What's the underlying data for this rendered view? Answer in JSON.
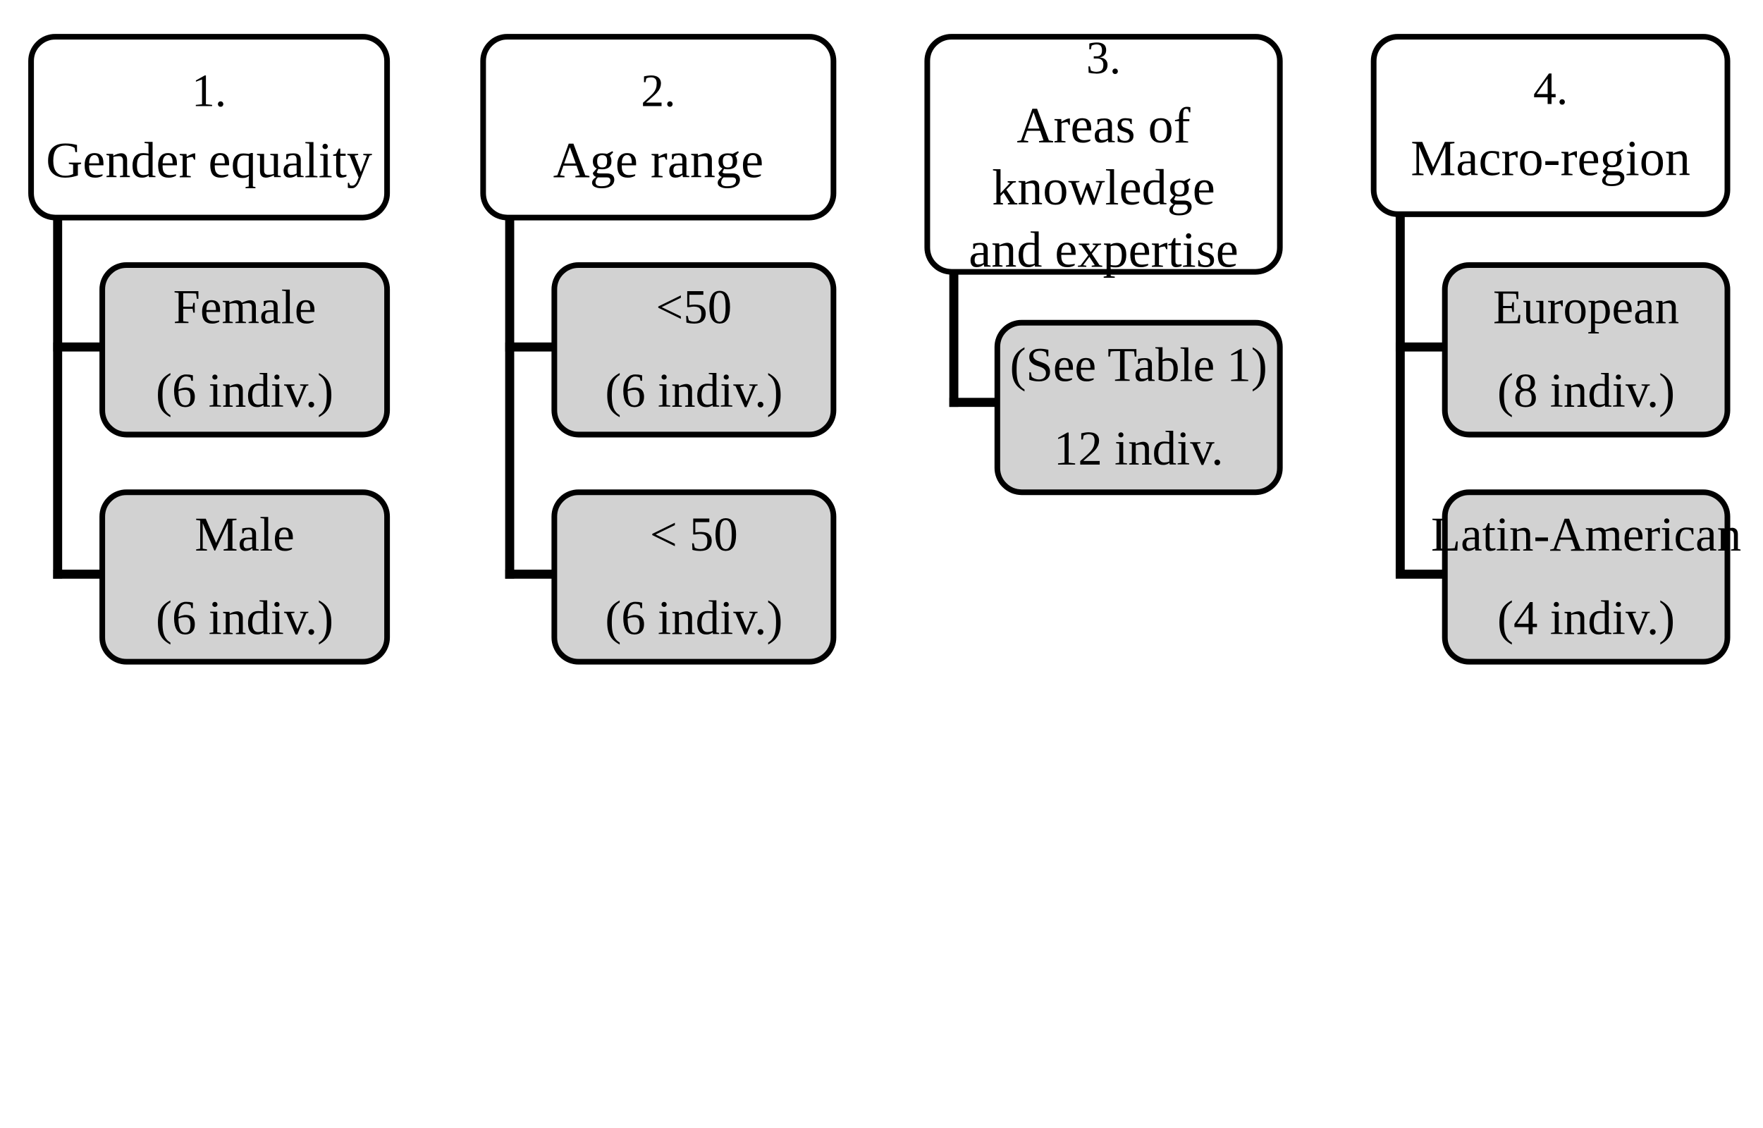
{
  "diagram": {
    "title": "Sampling criteria flow diagram",
    "style": {
      "parent_fill": "#ffffff",
      "child_fill": "#d2d2d2",
      "stroke": "#000000",
      "background": "#ffffff"
    },
    "columns": [
      {
        "id": "gender-equality",
        "parent": {
          "number": "1.",
          "label": "Gender equality"
        },
        "children": [
          {
            "id": "female",
            "line1": "Female",
            "line2": "(6 indiv.)",
            "count": 6
          },
          {
            "id": "male",
            "line1": "Male",
            "line2": "(6 indiv.)",
            "count": 6
          }
        ]
      },
      {
        "id": "age-range",
        "parent": {
          "number": "2.",
          "label": "Age range"
        },
        "children": [
          {
            "id": "under-50",
            "line1": "<50",
            "line2": "(6 indiv.)",
            "count": 6
          },
          {
            "id": "over-50",
            "line1": "< 50",
            "line2": "(6 indiv.)",
            "count": 6
          }
        ]
      },
      {
        "id": "areas-of-knowledge",
        "parent": {
          "number": "3.",
          "label": "Areas of\nknowledge\nand expertise"
        },
        "children": [
          {
            "id": "see-table-1",
            "line1": "(See Table 1)",
            "line2": "12 indiv.",
            "count": 12
          }
        ]
      },
      {
        "id": "macro-region",
        "parent": {
          "number": "4.",
          "label": "Macro-region"
        },
        "children": [
          {
            "id": "european",
            "line1": "European",
            "line2": "(8 indiv.)",
            "count": 8
          },
          {
            "id": "latin-american",
            "line1": "Latin-American",
            "line2": "(4 indiv.)",
            "count": 4
          }
        ]
      }
    ]
  }
}
